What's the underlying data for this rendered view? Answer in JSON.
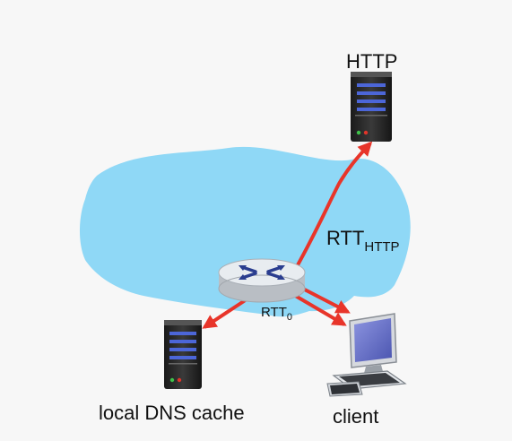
{
  "nodes": {
    "http_server": {
      "label": "HTTP"
    },
    "dns_server": {
      "label": "local DNS cache"
    },
    "client": {
      "label": "client"
    }
  },
  "links": {
    "rtt_http": {
      "base": "RTT",
      "sub": "HTTP"
    },
    "rtt_0": {
      "base": "RTT",
      "sub": "0"
    }
  },
  "colors": {
    "cloud": "#8fd8f6",
    "arrow": "#e8352a",
    "router_top": "#e8ecf0",
    "router_side": "#b9bec4",
    "router_arrows": "#2a3d8f",
    "server_body": "#2b2b2b",
    "monitor_screen": "#6f78c9"
  }
}
